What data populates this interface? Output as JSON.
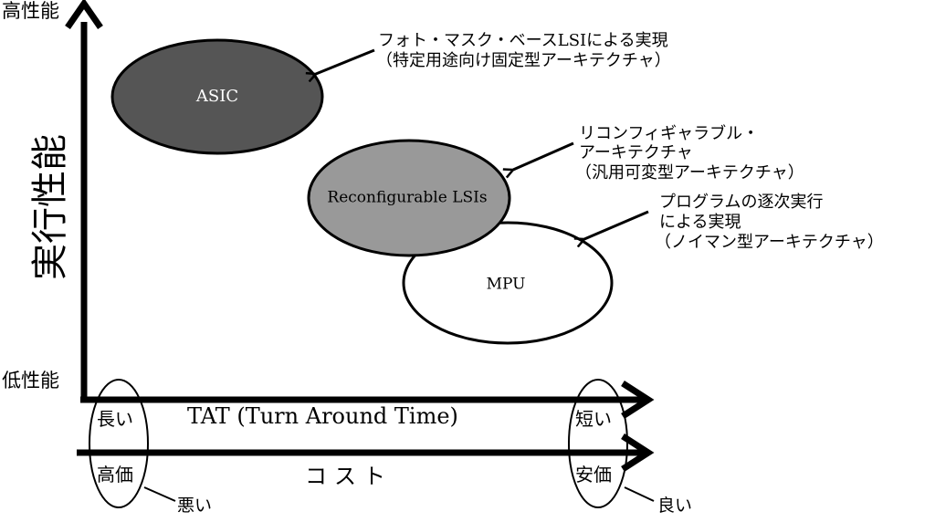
{
  "colors": {
    "ink": "#000000",
    "asic_fill": "#555555",
    "reconfig_fill": "#999999",
    "mpu_fill": "#ffffff",
    "background": "#ffffff"
  },
  "y_axis": {
    "label": "実行性能",
    "top_label": "高性能",
    "bottom_label": "低性能"
  },
  "x_axes": {
    "tat": {
      "label": "TAT (Turn Around Time)",
      "left_label": "長い",
      "right_label": "短い"
    },
    "cost": {
      "label": "コスト",
      "left_label": "高価",
      "right_label": "安価"
    }
  },
  "callouts": {
    "bad": "悪い",
    "good": "良い"
  },
  "nodes": {
    "asic": {
      "label": "ASIC",
      "note_line1": "フォト・マスク・ベースLSIによる実現",
      "note_line2": "（特定用途向け固定型アーキテクチャ）"
    },
    "reconfigurable": {
      "label": "Reconfigurable LSIs",
      "note_line1": "リコンフィギャラブル・",
      "note_line2": "アーキテクチャ",
      "note_line3": "（汎用可変型アーキテクチャ）"
    },
    "mpu": {
      "label": "MPU",
      "note_line1": "プログラムの逐次実行",
      "note_line2": "による実現",
      "note_line3": "（ノイマン型アーキテクチャ）"
    }
  }
}
